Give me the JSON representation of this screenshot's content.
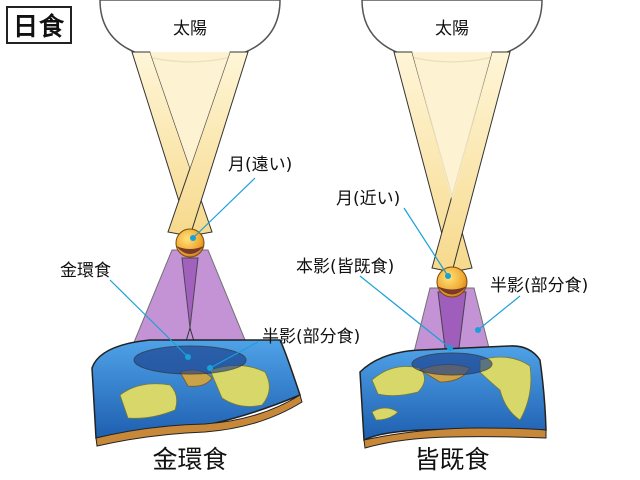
{
  "title": "日食",
  "colors": {
    "sun": "#ffffff",
    "sun_ray": "#fbe7b0",
    "moon": "#f2b23a",
    "shadow": "#b070c8",
    "ocean": "#2f7fd0",
    "land": "#d8d86a",
    "pointer": "#1aa0d8"
  },
  "left_panel": {
    "sun_label": "太陽",
    "moon_label": "月(遠い)",
    "annular_label": "金環食",
    "penumbra_label": "半影(部分食)",
    "caption": "金環食"
  },
  "right_panel": {
    "sun_label": "太陽",
    "moon_label": "月(近い)",
    "umbra_label": "本影(皆既食)",
    "penumbra_label": "半影(部分食)",
    "caption": "皆既食"
  }
}
